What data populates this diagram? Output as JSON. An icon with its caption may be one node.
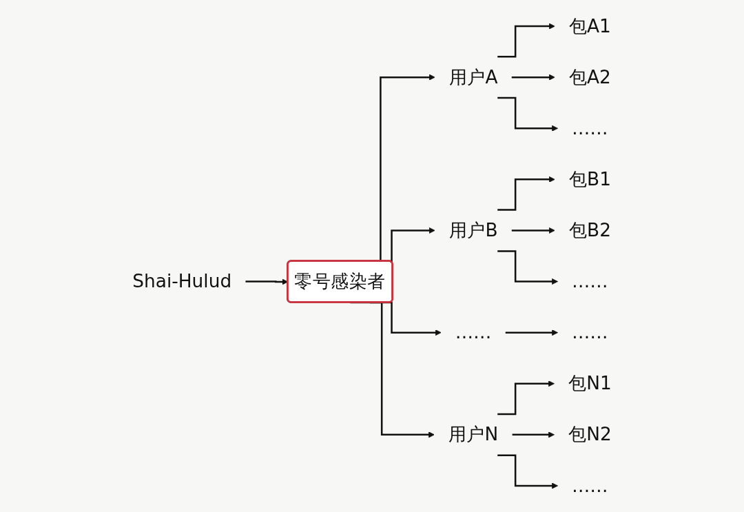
{
  "diagram": {
    "nodes": [
      {
        "text": [
          "Shai-Hulud"
        ]
      },
      {
        "text": [
          "零号感染者"
        ]
      },
      {
        "text": [
          "用户A"
        ]
      },
      {
        "text": [
          "包A1"
        ]
      },
      {
        "text": [
          "包A2"
        ]
      },
      {
        "text": [
          "……"
        ]
      },
      {
        "text": [
          "用户B"
        ]
      },
      {
        "text": [
          "包B1"
        ]
      },
      {
        "text": [
          "包B2"
        ]
      },
      {
        "text": [
          "……"
        ]
      },
      {
        "text": [
          "……"
        ]
      },
      {
        "text": [
          "……"
        ]
      },
      {
        "text": [
          "用户N"
        ]
      },
      {
        "text": [
          "包N1"
        ]
      },
      {
        "text": [
          "包N2"
        ]
      },
      {
        "text": [
          "……"
        ]
      }
    ],
    "edges": [
      {
        "from": 0,
        "to": 1,
        "arrow": "to"
      },
      {
        "from": 1,
        "to": 2,
        "arrow": "to"
      },
      {
        "from": 2,
        "to": 3,
        "arrow": "to"
      },
      {
        "from": 2,
        "to": 4,
        "arrow": "to"
      },
      {
        "from": 2,
        "to": 5,
        "arrow": "to"
      },
      {
        "from": 1,
        "to": 6,
        "arrow": "to"
      },
      {
        "from": 6,
        "to": 7,
        "arrow": "to"
      },
      {
        "from": 6,
        "to": 8,
        "arrow": "to"
      },
      {
        "from": 6,
        "to": 9,
        "arrow": "to"
      },
      {
        "from": 1,
        "to": 10,
        "arrow": "to"
      },
      {
        "from": 10,
        "to": 11,
        "arrow": "to"
      },
      {
        "from": 1,
        "to": 12,
        "arrow": "to"
      },
      {
        "from": 12,
        "to": 13,
        "arrow": "to"
      },
      {
        "from": 12,
        "to": 14,
        "arrow": "to"
      },
      {
        "from": 12,
        "to": 15,
        "arrow": "to"
      }
    ]
  }
}
